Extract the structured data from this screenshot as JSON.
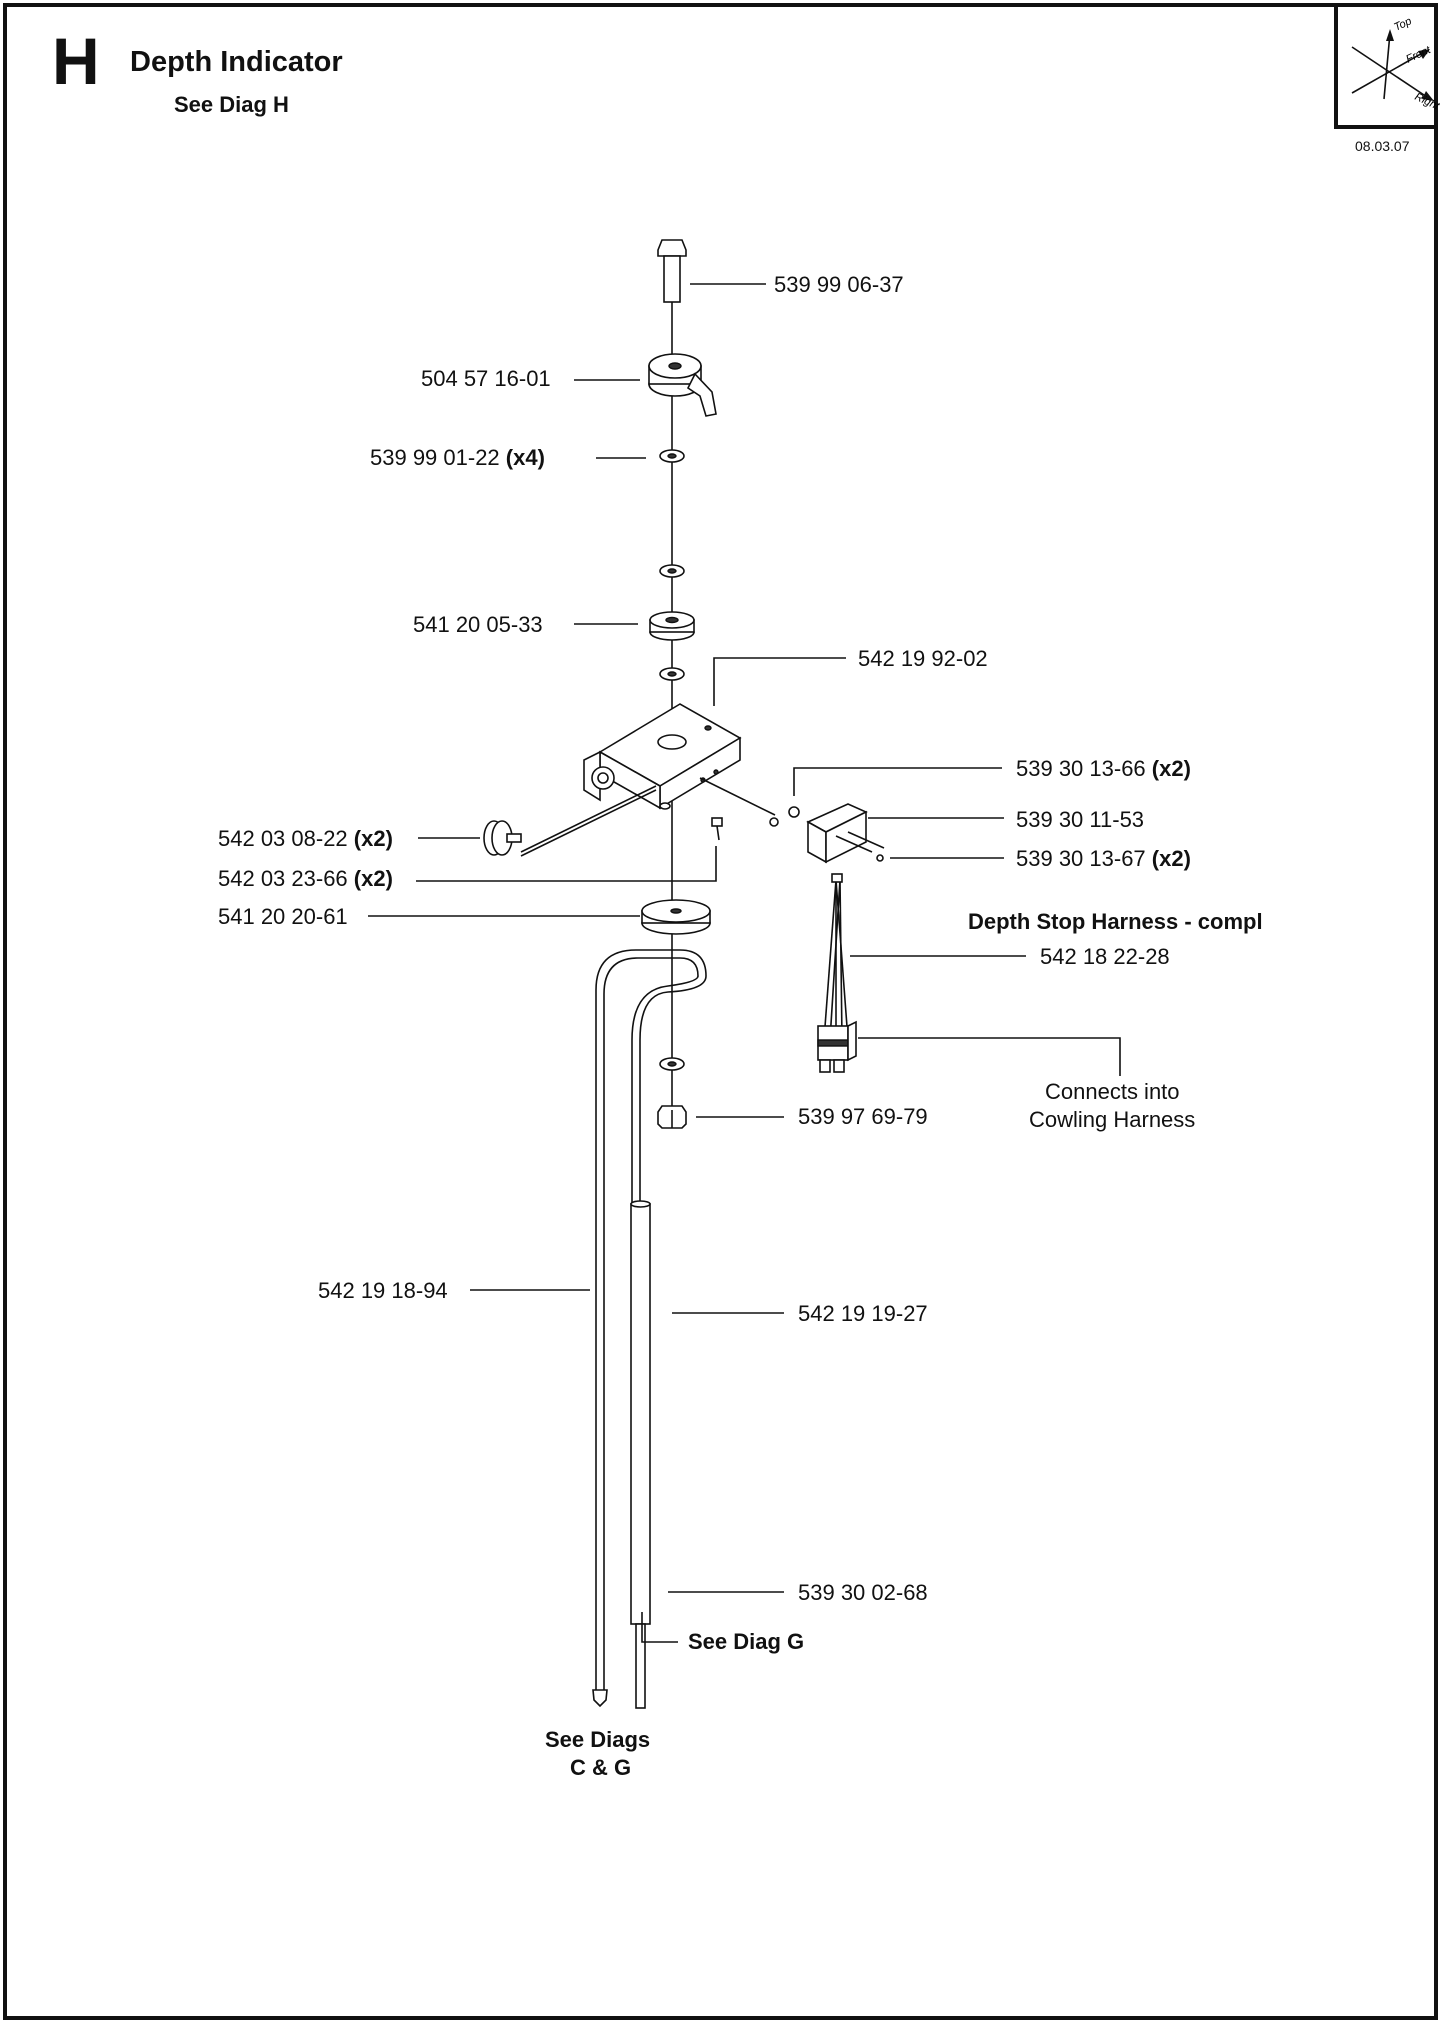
{
  "header": {
    "section_letter": "H",
    "title": "Depth Indicator",
    "subtitle": "See Diag H",
    "date": "08.03.07",
    "orientation": {
      "top": "Top",
      "front": "Front",
      "right": "Right"
    }
  },
  "labels": [
    {
      "id": "p1",
      "part": "539 99 06-37",
      "qty": ""
    },
    {
      "id": "p2",
      "part": "504 57 16-01",
      "qty": ""
    },
    {
      "id": "p3",
      "part": "539 99 01-22",
      "qty": "(x4)"
    },
    {
      "id": "p4",
      "part": "541 20 05-33",
      "qty": ""
    },
    {
      "id": "p5",
      "part": "542 19 92-02",
      "qty": ""
    },
    {
      "id": "p6",
      "part": "539 30 13-66",
      "qty": "(x2)"
    },
    {
      "id": "p7",
      "part": "539 30 11-53",
      "qty": ""
    },
    {
      "id": "p8",
      "part": "542 03 08-22",
      "qty": "(x2)"
    },
    {
      "id": "p9",
      "part": "539 30 13-67",
      "qty": "(x2)"
    },
    {
      "id": "p10",
      "part": "542 03 23-66",
      "qty": "(x2)"
    },
    {
      "id": "p11",
      "part": "541 20 20-61",
      "qty": ""
    },
    {
      "id": "p12",
      "part": "542 18 22-28",
      "qty": ""
    },
    {
      "id": "p13",
      "part": "539 97 69-79",
      "qty": ""
    },
    {
      "id": "p14",
      "part": "542 19 18-94",
      "qty": ""
    },
    {
      "id": "p15",
      "part": "542 19 19-27",
      "qty": ""
    },
    {
      "id": "p16",
      "part": "539 30 02-68",
      "qty": ""
    }
  ],
  "notes": {
    "harness_title": "Depth Stop Harness - compl",
    "connects_line1": "Connects into",
    "connects_line2": "Cowling Harness",
    "see_diag_g": "See Diag G",
    "see_diags_line1": "See Diags",
    "see_diags_line2": "C & G"
  }
}
